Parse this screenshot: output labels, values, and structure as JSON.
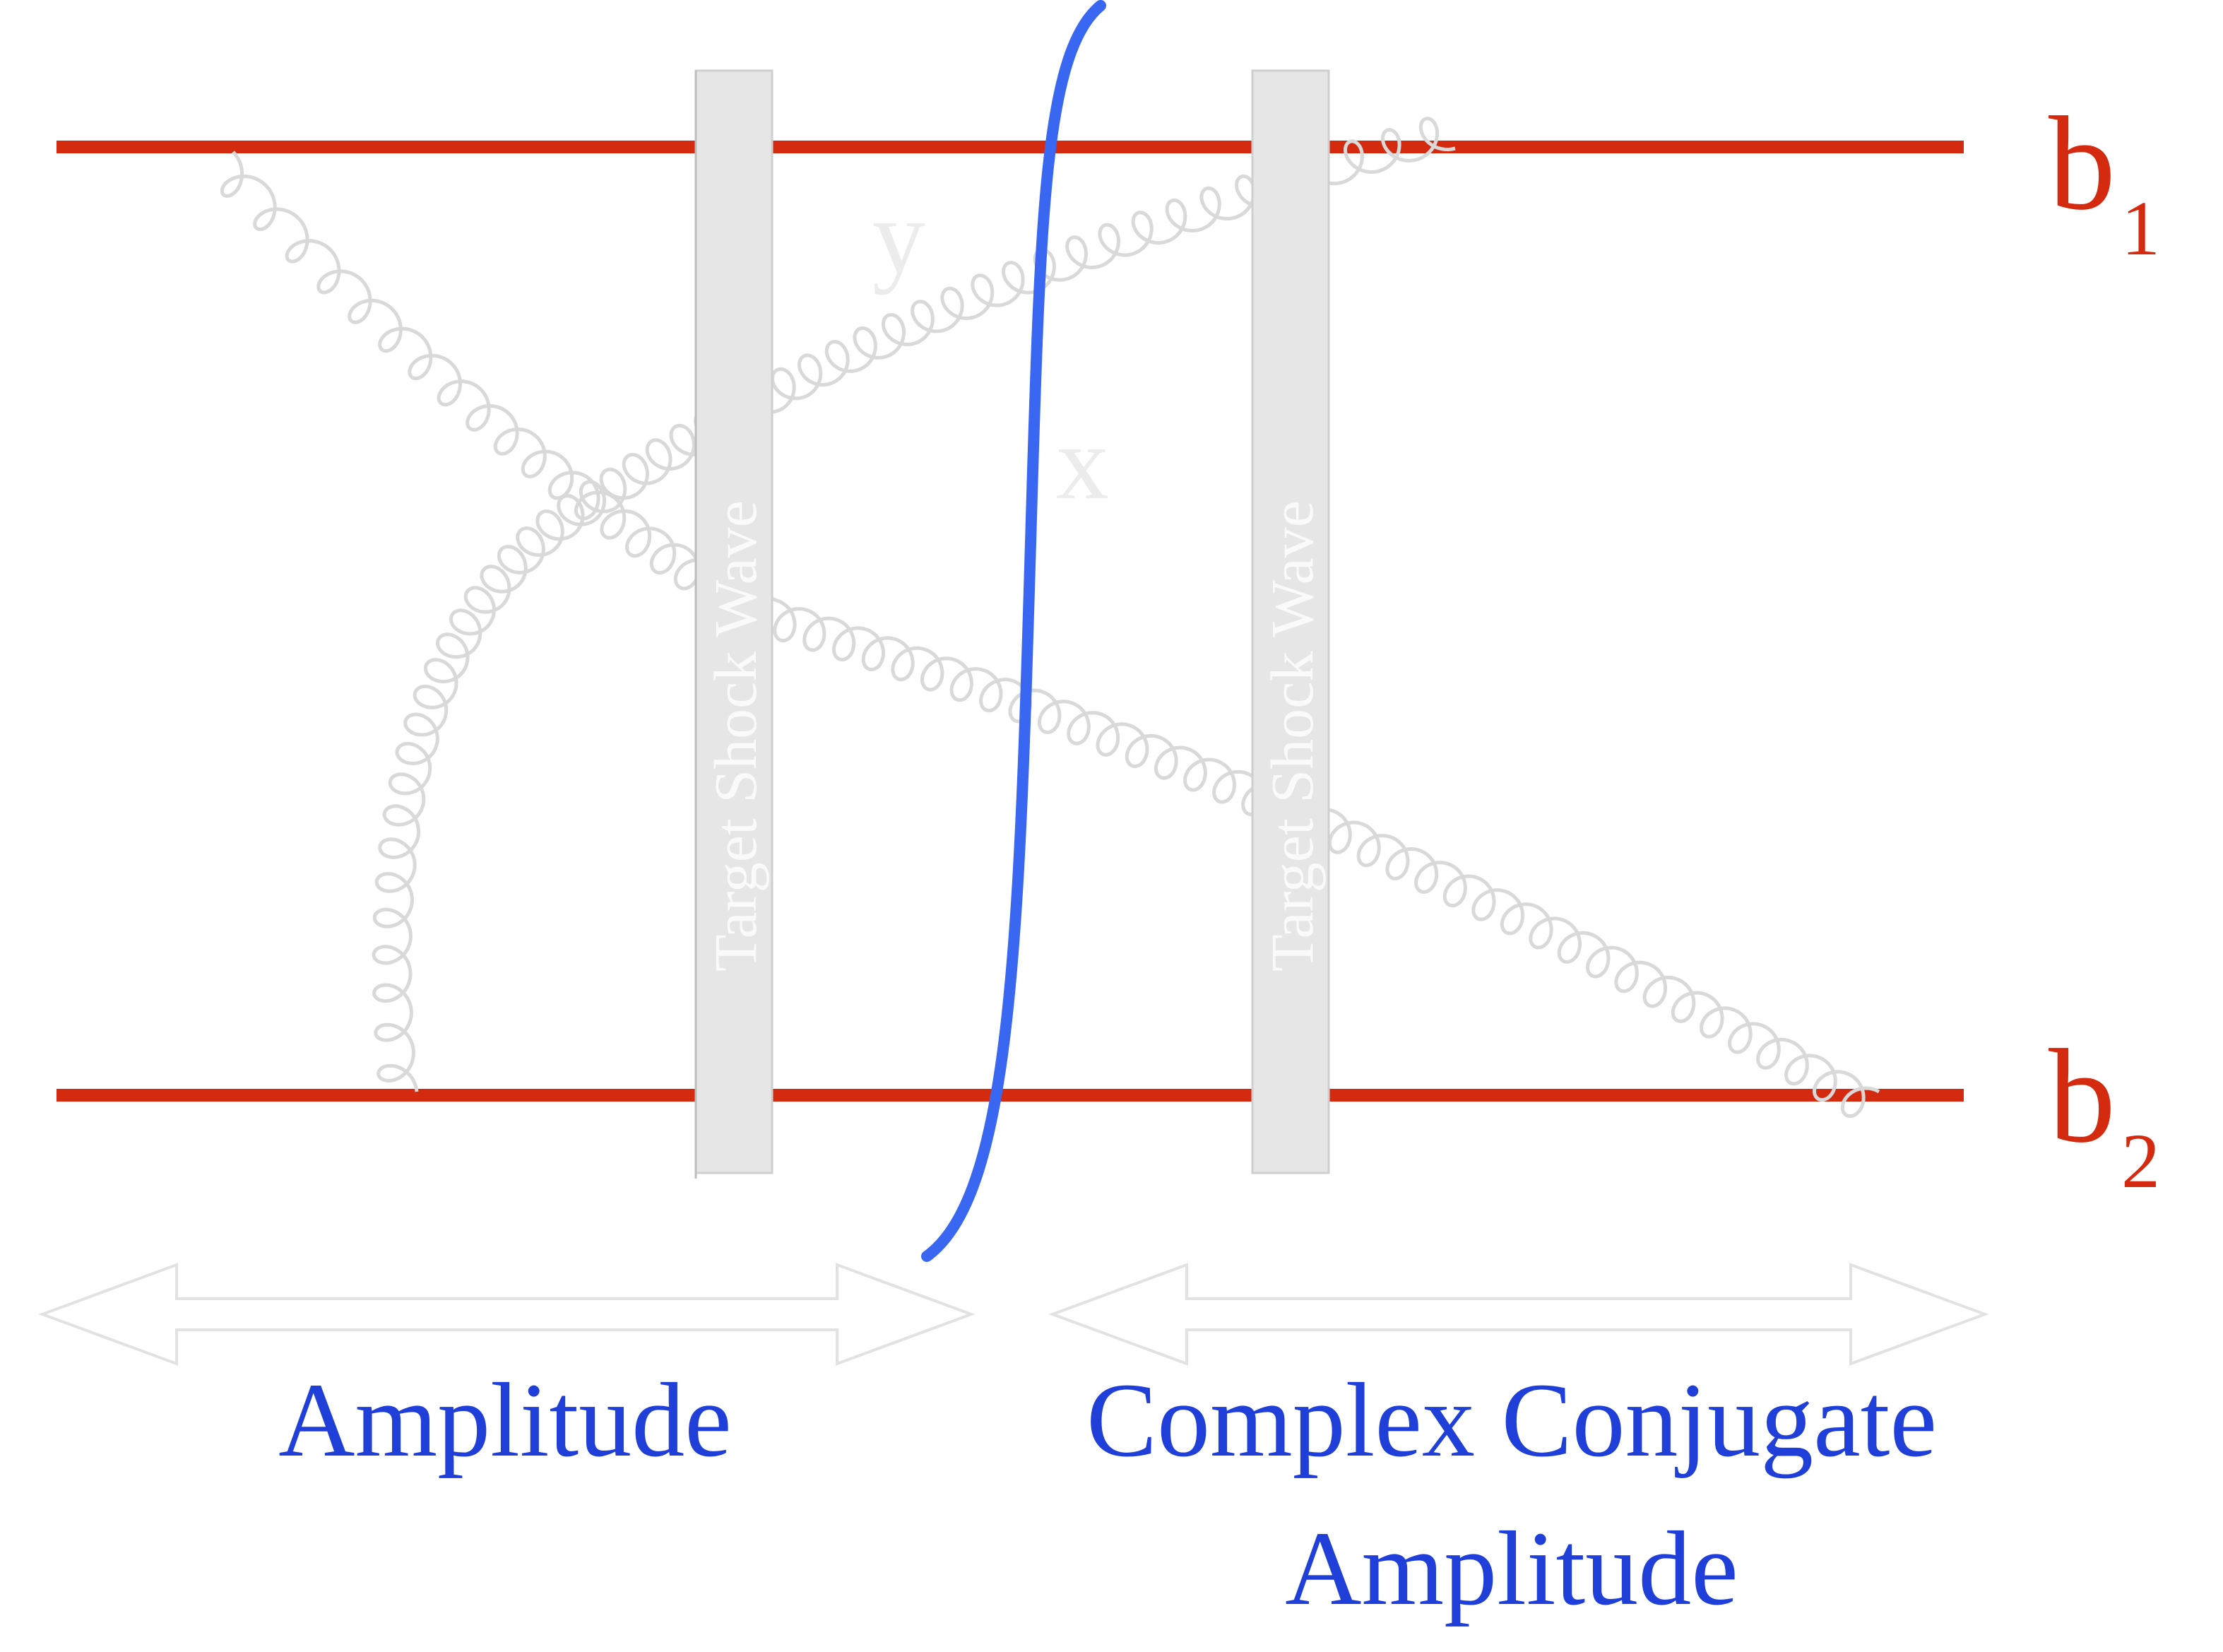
{
  "lines": {
    "top": {
      "label": "b",
      "subscript": "1"
    },
    "bottom": {
      "label": "b",
      "subscript": "2"
    }
  },
  "shock_waves": [
    {
      "label": "Target Shock Wave"
    },
    {
      "label": "Target Shock Wave"
    }
  ],
  "vertex_labels": {
    "y": "y",
    "x": "x"
  },
  "captions": {
    "left": "Amplitude",
    "right_line1": "Complex Conjugate",
    "right_line2": "Amplitude"
  },
  "colors": {
    "quark_line": "#d42a10",
    "cut_line": "#3a67f2",
    "caption": "#1f3fd8",
    "shock_wave_fill": "#e6e6e6",
    "gluon": "#d9d9d9",
    "faint_label": "#eeeeee"
  },
  "icons": {
    "left_arrow": "double-headed-arrow",
    "right_arrow": "double-headed-arrow"
  }
}
